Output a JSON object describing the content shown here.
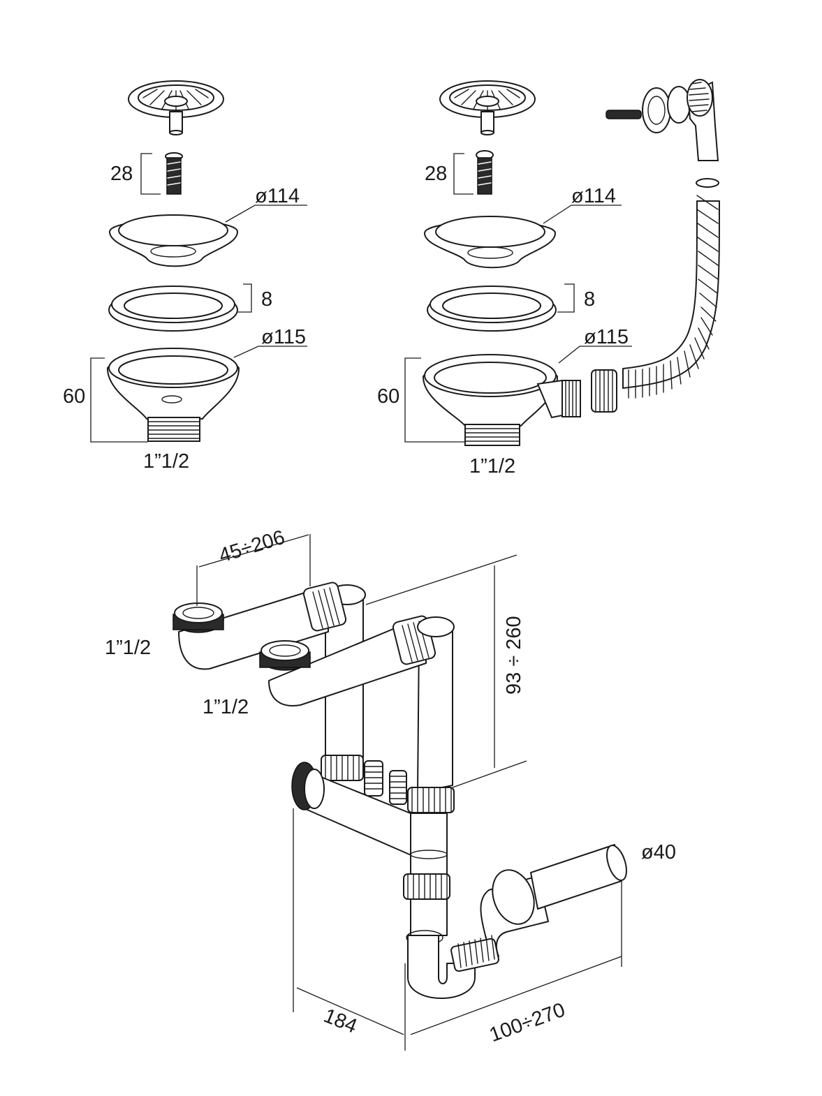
{
  "diagram": {
    "left_assembly": {
      "strainer_screw_length": "28",
      "drain_bowl_diameter": "ø114",
      "gasket_thickness": "8",
      "body_diameter": "ø115",
      "body_height": "60",
      "thread_size": "1”1/2"
    },
    "right_assembly": {
      "strainer_screw_length": "28",
      "drain_bowl_diameter": "ø114",
      "gasket_thickness": "8",
      "body_diameter": "ø115",
      "body_height": "60",
      "thread_size": "1”1/2"
    },
    "siphon": {
      "inlet_spacing": "45÷206",
      "inlet_left_thread": "1”1/2",
      "inlet_right_thread": "1”1/2",
      "height_range": "93 ÷ 260",
      "outlet_diameter": "ø40",
      "depth": "184",
      "outlet_reach": "100÷270"
    }
  }
}
